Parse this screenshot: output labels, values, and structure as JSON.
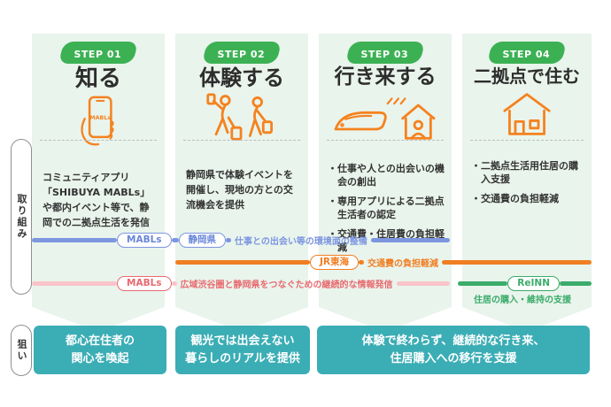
{
  "steps": [
    {
      "badge": "STEP 01",
      "title": "知る",
      "icon": "smartphone-app-icon",
      "icon_label": "MABLs",
      "description": "コミュニティアプリ「SHIBUYA MABLs」や都内イベント等で、静岡での二拠点生活を発信"
    },
    {
      "badge": "STEP 02",
      "title": "体験する",
      "icon": "travelers-with-luggage-icon",
      "description": "静岡県で体験イベントを開催し、現地の方との交流機会を提供"
    },
    {
      "badge": "STEP 03",
      "title": "行き来する",
      "icon": "shinkansen-and-remote-work-house-icon",
      "bullets": [
        "仕事や人との出会いの機会の創出",
        "専用アプリによる二拠点生活者の認定",
        "交通費・住居費の負担軽減"
      ]
    },
    {
      "badge": "STEP 04",
      "title": "二拠点で住む",
      "icon": "house-icon",
      "bullets": [
        "二拠点生活用住居の購入支援",
        "交通費の負担軽減"
      ]
    }
  ],
  "side": {
    "initiatives": "取り組み",
    "aim": "狙い"
  },
  "timeline": {
    "rows": [
      {
        "color": "blue",
        "pills": [
          "MABLs",
          "静岡県"
        ],
        "label": "仕事との出会い等の環境面の整備"
      },
      {
        "color": "orange",
        "pills": [
          "JR東海"
        ],
        "label": "交通費の負担軽減"
      },
      {
        "color": "pink",
        "pills": [
          "MABLs"
        ],
        "label": "広域渋谷圏と静岡県をつなぐための継続的な情報発信"
      },
      {
        "color": "green",
        "pills": [
          "ReINN"
        ],
        "label": "住居の購入・維持の支援"
      }
    ]
  },
  "goals": [
    {
      "line1": "都心在住者の",
      "line2": "関心を喚起"
    },
    {
      "line1": "観光では出会えない",
      "line2": "暮らしのリアルを提供"
    },
    {
      "line1": "体験で終わらず、継続的な行き来、",
      "line2": "住居購入への移行を支援"
    }
  ],
  "colors": {
    "badge_green": "#3CB154",
    "column_bg": "#E9F4EC",
    "icon_orange": "#F5821F",
    "goal_teal": "#3BADB5",
    "bar_blue": "#7D96E0",
    "bar_orange": "#F07E22",
    "bar_pink": "#F9C3CA",
    "pink_text": "#E96A70",
    "bar_green": "#3BAC6B"
  }
}
